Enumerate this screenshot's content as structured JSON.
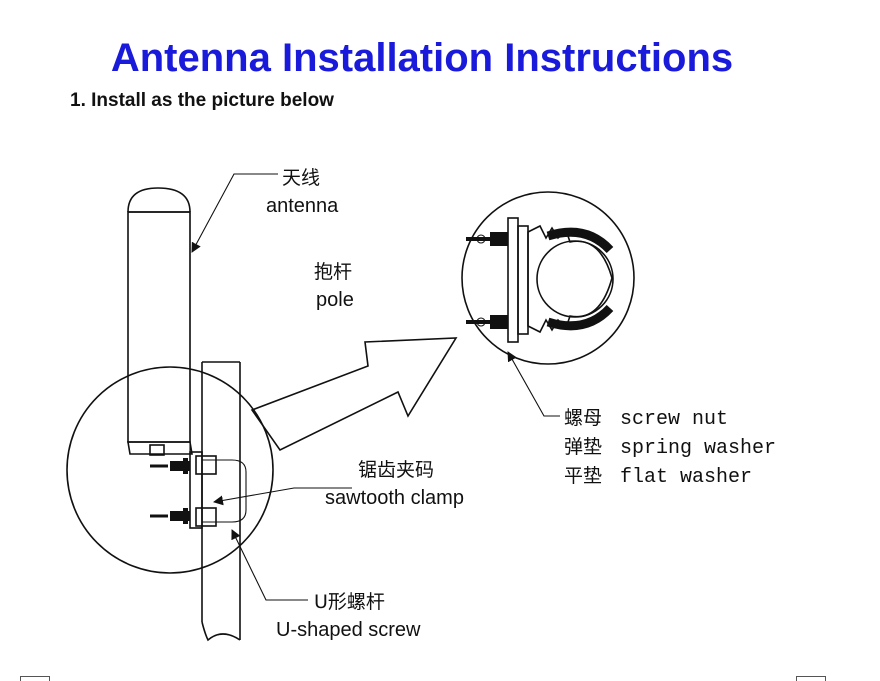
{
  "header": {
    "title": "Antenna Installation Instructions",
    "title_color": "#1a1adb",
    "step": "1. Install as the picture below"
  },
  "labels": {
    "antenna_zh": "天线",
    "antenna_en": "antenna",
    "pole_zh": "抱杆",
    "pole_en": "pole",
    "clamp_zh": "锯齿夹码",
    "clamp_en": "sawtooth clamp",
    "uscrew_zh": "U形螺杆",
    "uscrew_en": "U-shaped screw",
    "nut_zh": "螺母",
    "nut_en": "screw nut",
    "spring_zh": "弹垫",
    "spring_en": "spring washer",
    "flat_zh": "平垫",
    "flat_en": "flat washer"
  }
}
